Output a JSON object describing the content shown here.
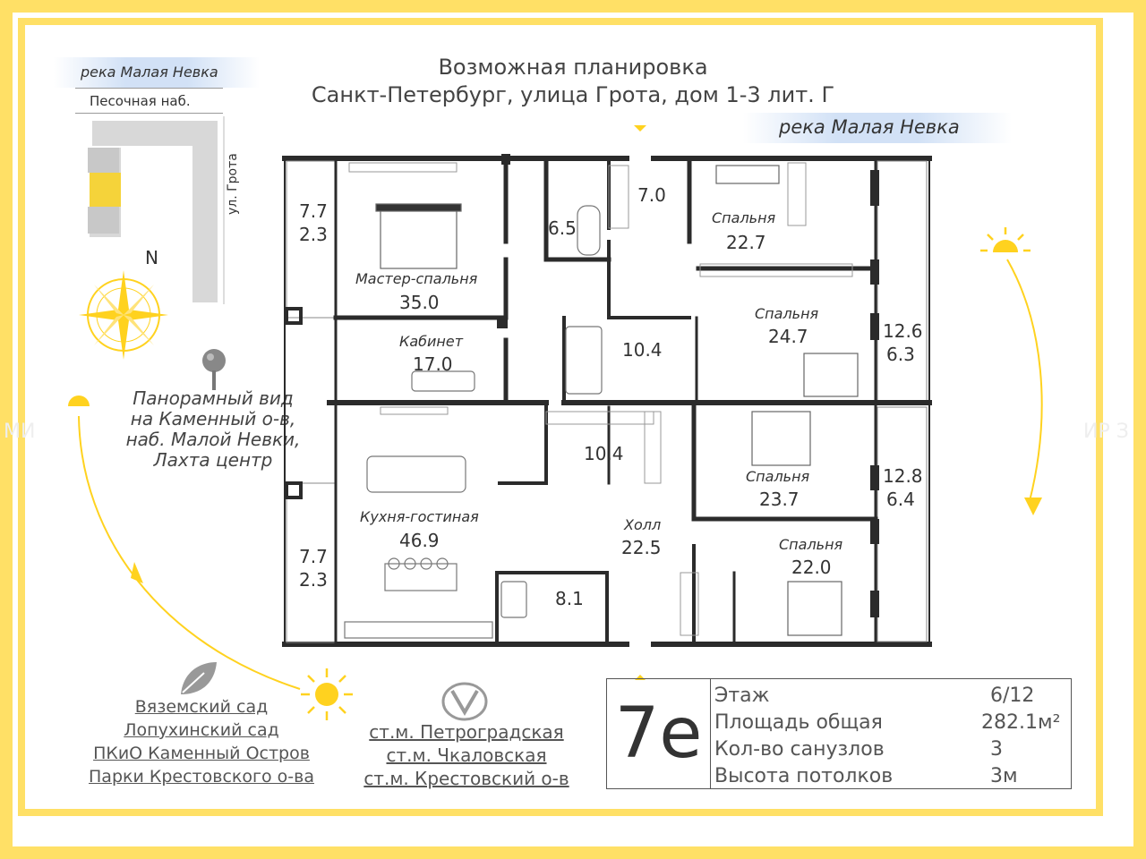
{
  "header": {
    "line1": "Возможная планировка",
    "line2": "Санкт-Петербург, улица Грота, дом 1-3 лит. Г"
  },
  "map": {
    "river": "река  Малая Невка",
    "embankment": "Песочная наб.",
    "street": "ул. Грота",
    "north": "N"
  },
  "river_label": "река  Малая Невка",
  "view_text": [
    "Панорамный вид",
    "на Каменный о-в,",
    "наб. Малой Невки,",
    "Лахта центр"
  ],
  "watermark": {
    "left": "МИ",
    "right": "ИР З"
  },
  "rooms": [
    {
      "name": "Мастер-спальня",
      "area": "35.0"
    },
    {
      "name": "",
      "area": "6.5"
    },
    {
      "name": "",
      "area": "7.0"
    },
    {
      "name": "Спальня",
      "area": "22.7"
    },
    {
      "name": "Спальня",
      "area": "24.7"
    },
    {
      "name": "Кабинет",
      "area": "17.0"
    },
    {
      "name": "",
      "area": "10.4"
    },
    {
      "name": "",
      "area": "10.4"
    },
    {
      "name": "Спальня",
      "area": "23.7"
    },
    {
      "name": "Кухня-гостиная",
      "area": "46.9"
    },
    {
      "name": "Холл",
      "area": "22.5"
    },
    {
      "name": "",
      "area": "8.1"
    },
    {
      "name": "Спальня",
      "area": "22.0"
    }
  ],
  "balconies": [
    {
      "area": "7.7",
      "sub": "2.3"
    },
    {
      "area": "7.7",
      "sub": "2.3"
    },
    {
      "area": "12.6",
      "sub": "6.3"
    },
    {
      "area": "12.8",
      "sub": "6.4"
    }
  ],
  "parks": [
    "Вяземский сад",
    "Лопухинский сад",
    "ПКиО Каменный Остров",
    "Парки Крестовского о-ва"
  ],
  "metro": [
    "ст.м. Петроградская",
    "ст.м. Чкаловская",
    "ст.м. Крестовский о-в"
  ],
  "info": {
    "apartment": "7е",
    "rows": [
      {
        "key": "Этаж",
        "value": "6/12"
      },
      {
        "key": "Площадь общая",
        "value": "282.1м²"
      },
      {
        "key": "Кол-во санузлов",
        "value": "3"
      },
      {
        "key": "Высота потолков",
        "value": "3м"
      }
    ]
  },
  "colors": {
    "accent": "#ffe066",
    "sun": "#ffd21f",
    "wall": "#2b2b2b",
    "map_highlight": "#f5d33a",
    "map_building": "#d8d8d8"
  },
  "icons": [
    "compass-icon",
    "location-pin-icon",
    "sun-icon",
    "leaf-icon",
    "metro-icon",
    "entrance-arrow-icon"
  ]
}
